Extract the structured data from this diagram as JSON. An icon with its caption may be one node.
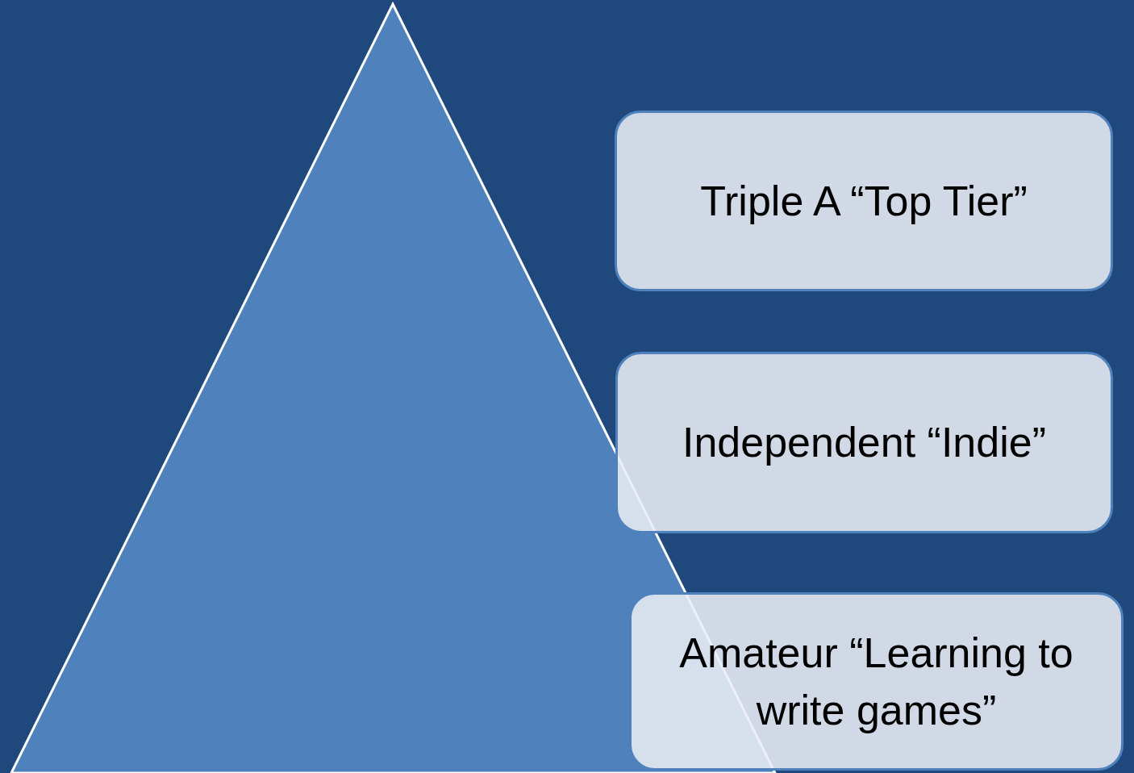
{
  "diagram": {
    "nodes": [
      {
        "text": [],
        "shape": "triangle"
      },
      {
        "text": [
          "Triple A “Top Tier”"
        ]
      },
      {
        "text": [
          "Independent “Indie”"
        ]
      },
      {
        "text": [
          "Amateur “Learning to write games”"
        ]
      }
    ],
    "edges": []
  }
}
